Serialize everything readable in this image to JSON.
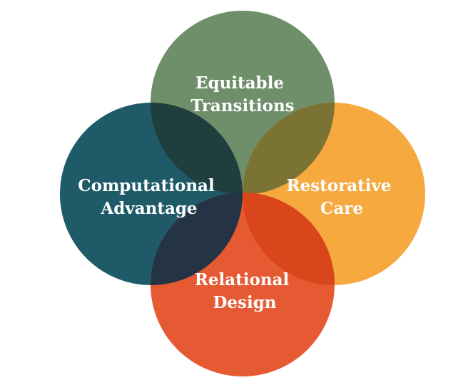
{
  "circles": [
    {
      "id": "equitable-transitions",
      "lines": [
        "Equitable",
        "Transitions"
      ],
      "color": "#6f8f6a"
    },
    {
      "id": "restorative-care",
      "lines": [
        "Restorative",
        "Care"
      ],
      "color": "#f5a93f"
    },
    {
      "id": "computational-advantage",
      "lines": [
        "Computational",
        "Advantage"
      ],
      "color": "#1f5a68"
    },
    {
      "id": "relational-design",
      "lines": [
        "Relational",
        "Design"
      ],
      "color": "#e55a32"
    }
  ],
  "overlaps": {
    "top_left": "#1f3f3e",
    "top_right": "#7a7333",
    "bottom_left": "#253444",
    "bottom_right": "#d9461c"
  }
}
